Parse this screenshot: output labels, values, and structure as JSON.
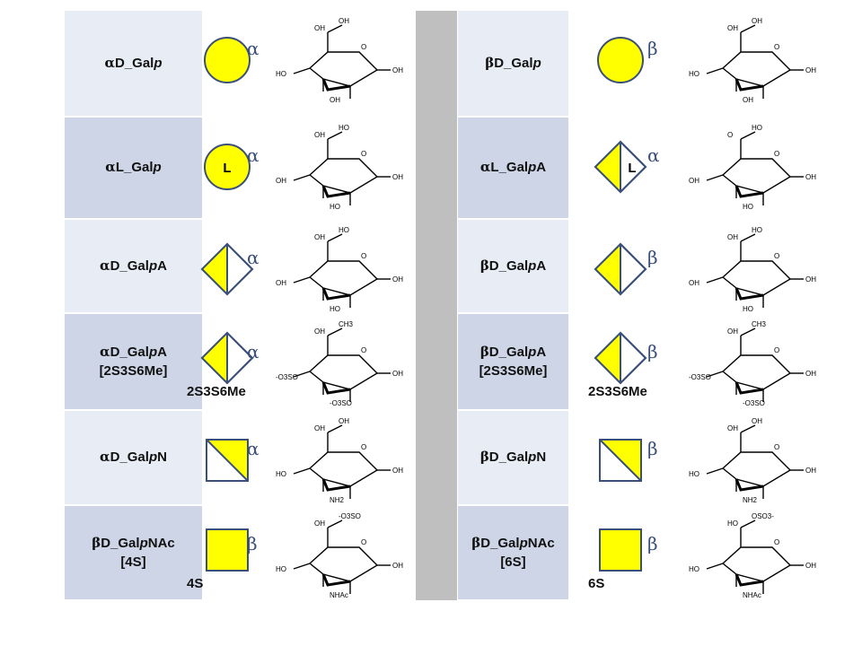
{
  "colors": {
    "light_row": "#e8edf5",
    "dark_row": "#cdd5e6",
    "separator": "#bfbfbf",
    "symbol_fill": "#ffff00",
    "symbol_stroke": "#3a4f7a"
  },
  "rows": [
    {
      "left": {
        "prefix": "α",
        "name": "D_Gal",
        "ring": "p",
        "suffix": "",
        "extra": "",
        "anomer": "α",
        "modification": "",
        "symbol": "circle",
        "symbol_letter": "",
        "struct_labels": [
          "OH",
          "OH",
          "HO",
          "OH",
          "OH"
        ]
      },
      "right": {
        "prefix": "β",
        "name": "D_Gal",
        "ring": "p",
        "suffix": "",
        "extra": "",
        "anomer": "β",
        "modification": "",
        "symbol": "circle",
        "symbol_letter": "",
        "struct_labels": [
          "OH",
          "OH",
          "HO",
          "OH",
          "OH"
        ]
      }
    },
    {
      "left": {
        "prefix": "α",
        "name": "L_Gal",
        "ring": "p",
        "suffix": "",
        "extra": "",
        "anomer": "α",
        "modification": "",
        "symbol": "circle-L",
        "symbol_letter": "L",
        "struct_labels": [
          "HO",
          "OH",
          "OH",
          "HO",
          "OH"
        ]
      },
      "right": {
        "prefix": "α",
        "name": "L_Gal",
        "ring": "p",
        "suffix": "A",
        "extra": "",
        "anomer": "α",
        "modification": "",
        "symbol": "diamond-L",
        "symbol_letter": "L",
        "struct_labels": [
          "HO",
          "O",
          "OH",
          "HO",
          "OH"
        ]
      }
    },
    {
      "left": {
        "prefix": "α",
        "name": "D_Gal",
        "ring": "p",
        "suffix": "A",
        "extra": "",
        "anomer": "α",
        "modification": "",
        "symbol": "diamond",
        "symbol_letter": "",
        "struct_labels": [
          "HO",
          "OH",
          "OH",
          "HO",
          "OH"
        ]
      },
      "right": {
        "prefix": "β",
        "name": "D_Gal",
        "ring": "p",
        "suffix": "A",
        "extra": "",
        "anomer": "β",
        "modification": "",
        "symbol": "diamond",
        "symbol_letter": "",
        "struct_labels": [
          "HO",
          "OH",
          "OH",
          "HO",
          "OH"
        ]
      }
    },
    {
      "left": {
        "prefix": "α",
        "name": "D_Gal",
        "ring": "p",
        "suffix": "A",
        "extra": "[2S3S6Me]",
        "anomer": "α",
        "modification": "2S3S6Me",
        "symbol": "diamond",
        "symbol_letter": "",
        "struct_labels": [
          "CH3",
          "OH",
          "-O3SO",
          "-O3SO",
          "OH"
        ]
      },
      "right": {
        "prefix": "β",
        "name": "D_Gal",
        "ring": "p",
        "suffix": "A",
        "extra": "[2S3S6Me]",
        "anomer": "β",
        "modification": "2S3S6Me",
        "symbol": "diamond",
        "symbol_letter": "",
        "struct_labels": [
          "CH3",
          "OH",
          "-O3SO",
          "-O3SO",
          "OH"
        ]
      }
    },
    {
      "left": {
        "prefix": "α",
        "name": "D_Gal",
        "ring": "p",
        "suffix": "N",
        "extra": "",
        "anomer": "α",
        "modification": "",
        "symbol": "square-half",
        "symbol_letter": "",
        "struct_labels": [
          "OH",
          "OH",
          "HO",
          "NH2",
          "OH"
        ]
      },
      "right": {
        "prefix": "β",
        "name": "D_Gal",
        "ring": "p",
        "suffix": "N",
        "extra": "",
        "anomer": "β",
        "modification": "",
        "symbol": "square-half",
        "symbol_letter": "",
        "struct_labels": [
          "OH",
          "OH",
          "HO",
          "NH2",
          "OH"
        ]
      }
    },
    {
      "left": {
        "prefix": "β",
        "name": "D_Gal",
        "ring": "p",
        "suffix": "NAc",
        "extra": "[4S]",
        "anomer": "β",
        "modification": "4S",
        "symbol": "square",
        "symbol_letter": "",
        "struct_labels": [
          "-O3SO",
          "OH",
          "HO",
          "NHAc",
          "OH"
        ]
      },
      "right": {
        "prefix": "β",
        "name": "D_Gal",
        "ring": "p",
        "suffix": "NAc",
        "extra": "[6S]",
        "anomer": "β",
        "modification": "6S",
        "symbol": "square",
        "symbol_letter": "",
        "struct_labels": [
          "OSO3-",
          "HO",
          "HO",
          "NHAc",
          "OH"
        ]
      }
    }
  ]
}
